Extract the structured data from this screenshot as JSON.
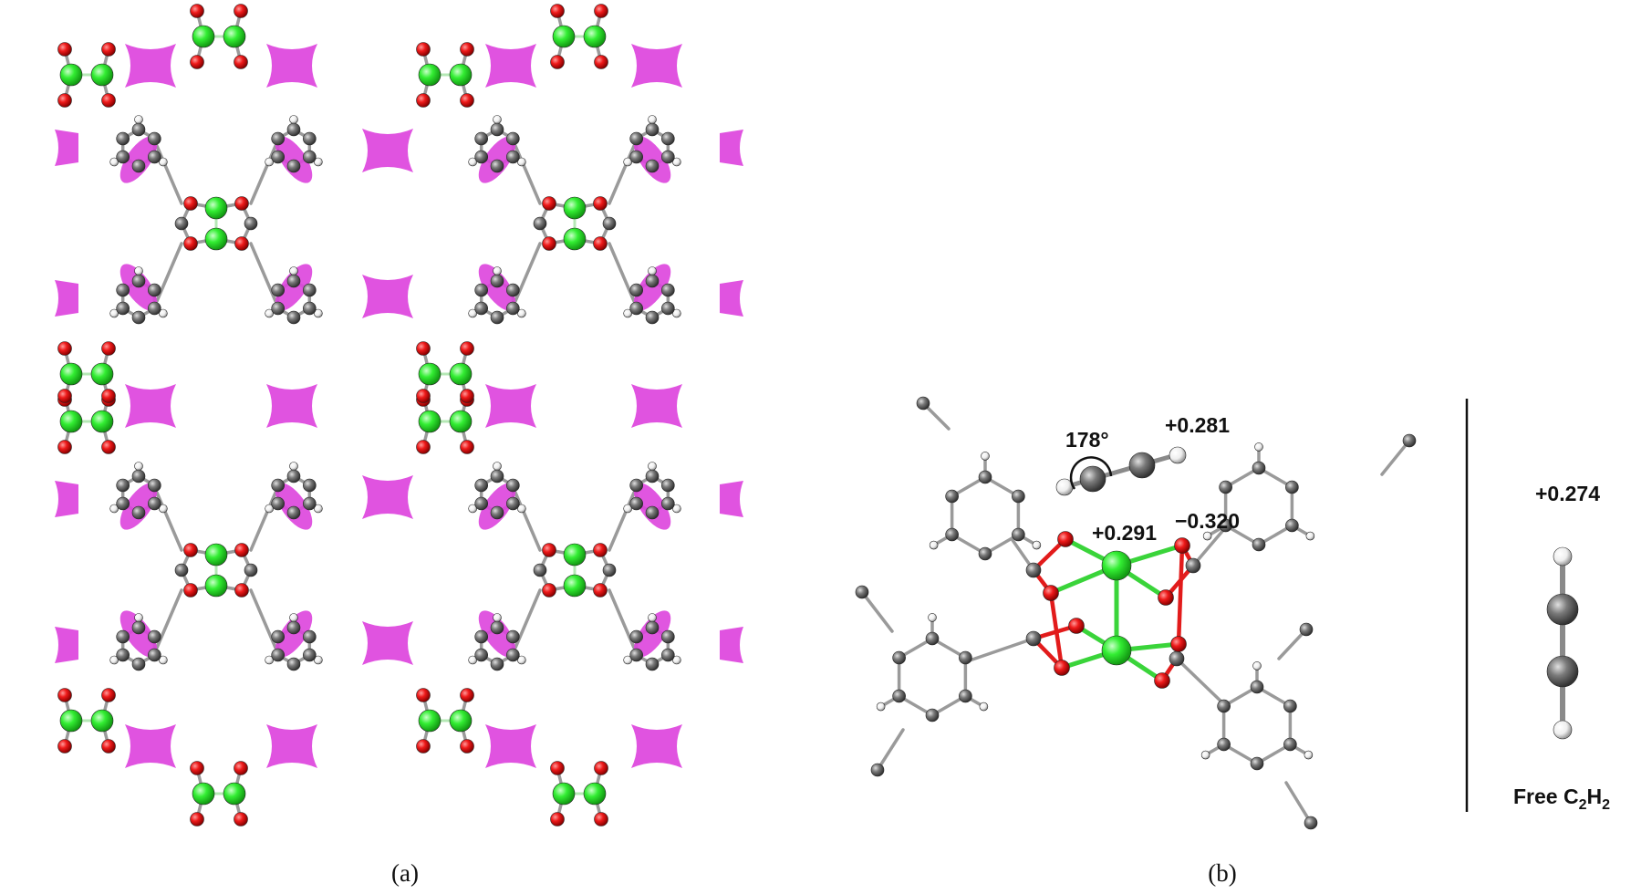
{
  "captions": {
    "a": "(a)",
    "b": "(b)"
  },
  "labels": {
    "angle": "178°",
    "charge_c2h2_adsorbed": "+0.281",
    "charge_cu": "+0.291",
    "charge_o": "−0.320",
    "charge_c2h2_free": "+0.274",
    "free_label_prefix": "Free C",
    "free_label_sub1": "2",
    "free_label_mid": "H",
    "free_label_sub2": "2"
  },
  "colors": {
    "cu": "#22dd22",
    "o": "#ee1111",
    "c": "#707070",
    "h": "#f2f2f2",
    "bond": "#9a9a9a",
    "density_isosurface": "#dd44dd",
    "divider": "#111111"
  },
  "icons": {
    "atom": "sphere",
    "isosurface": "magenta-lobe"
  }
}
